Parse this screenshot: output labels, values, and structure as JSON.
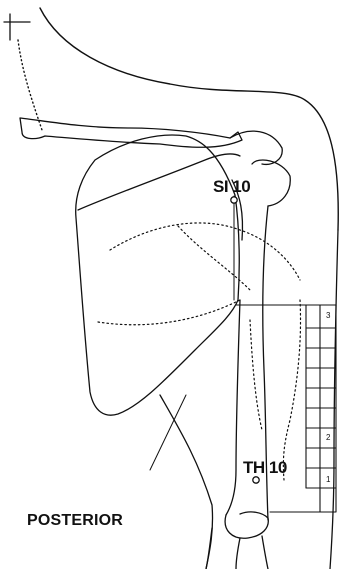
{
  "view_label": "POSTERIOR",
  "points": [
    {
      "id": "si",
      "label": "SI 10"
    },
    {
      "id": "th",
      "label": "TH 10"
    }
  ],
  "scale": {
    "tick_count": 10,
    "tick_labels": [
      "3",
      "2",
      "1"
    ]
  },
  "colors": {
    "ink": "#111111",
    "paper": "#ffffff"
  }
}
